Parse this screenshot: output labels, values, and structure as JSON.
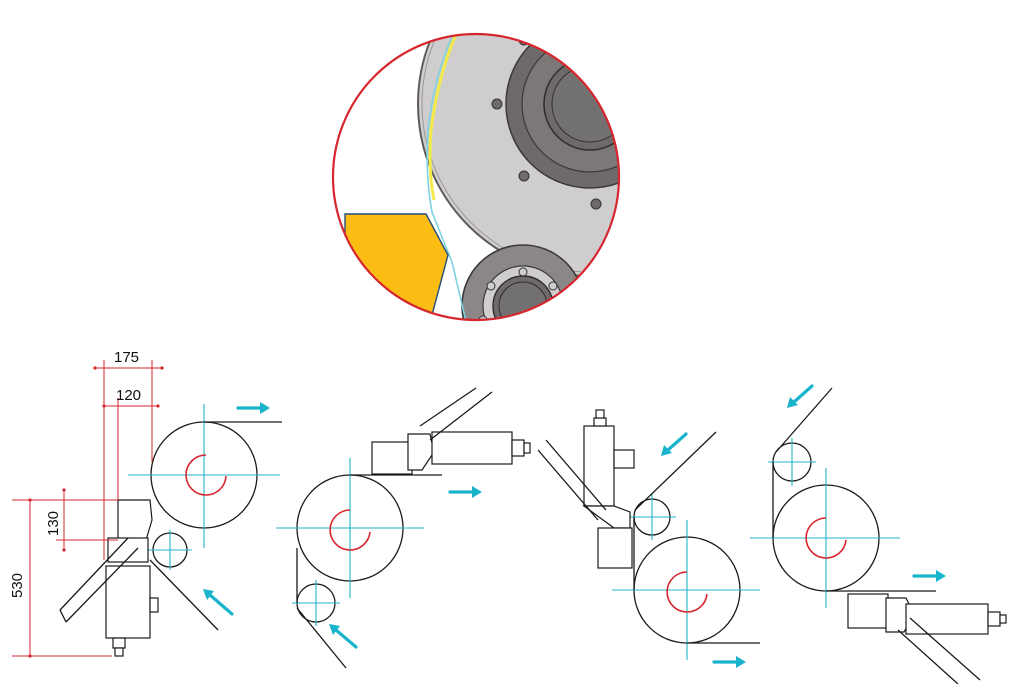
{
  "colors": {
    "detail_border": "#d7262e",
    "disc": "#cfcdcd",
    "disc_dark": "#6d6a69",
    "hub": "#8a8786",
    "sensor_yellow": "#fbbd14",
    "web_line": "#7fd3e0",
    "web_yellow": "#f3ea4a",
    "centerline": "#1fb5c8",
    "arrow": "#19b4cc",
    "dimension": "#d7262e",
    "line": "#1a1a1a"
  },
  "dimensions": {
    "d175": "175",
    "d120": "120",
    "d130": "130",
    "d530": "530"
  },
  "icons": [
    "arrow-right-icon",
    "arrow-up-left-icon",
    "arrow-down-left-icon"
  ]
}
